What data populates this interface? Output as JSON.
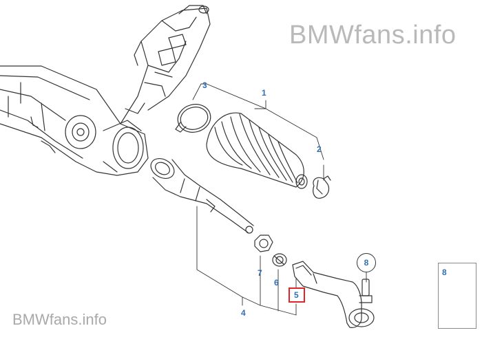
{
  "watermarks": {
    "top": "BMWfans.info",
    "bottom": "BMWfans.info"
  },
  "callouts": {
    "c1": "1",
    "c2": "2",
    "c3": "3",
    "c4": "4",
    "c5": "5",
    "c6": "6",
    "c7": "7",
    "c8_circle": "8",
    "c8_panel": "8"
  },
  "colors": {
    "callout_text": "#2f6fb3",
    "selection_box": "#e0242a",
    "line": "#333333",
    "watermark": "#b9b9b9"
  }
}
